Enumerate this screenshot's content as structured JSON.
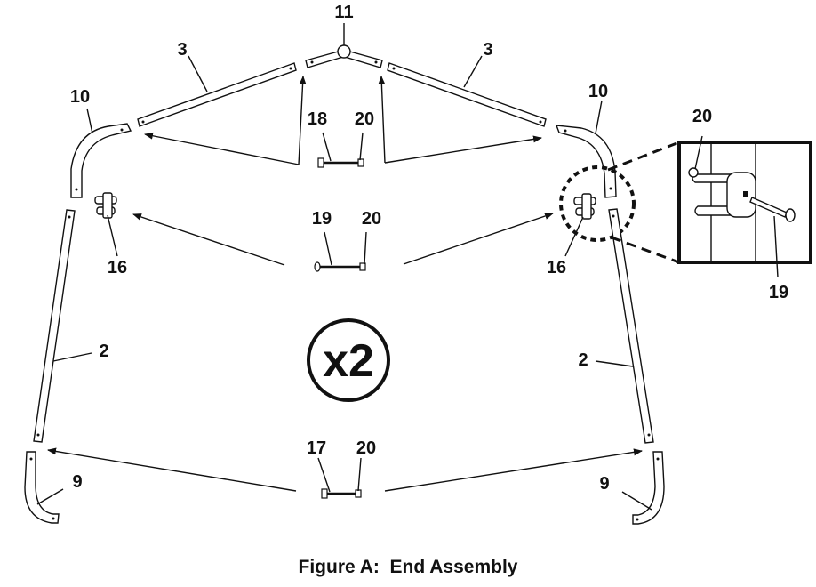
{
  "figure": {
    "caption": "Figure A:  End Assembly",
    "multiplier": "x2"
  },
  "labels": {
    "part_11": "11",
    "part_3_left": "3",
    "part_3_right": "3",
    "part_10_left": "10",
    "part_10_right": "10",
    "part_18": "18",
    "part_20_top": "20",
    "part_19_mid": "19",
    "part_20_mid": "20",
    "part_16_left": "16",
    "part_16_right": "16",
    "part_2_left": "2",
    "part_2_right": "2",
    "part_17": "17",
    "part_20_bottom": "20",
    "part_9_left": "9",
    "part_9_right": "9",
    "detail_20": "20",
    "detail_19": "19"
  }
}
